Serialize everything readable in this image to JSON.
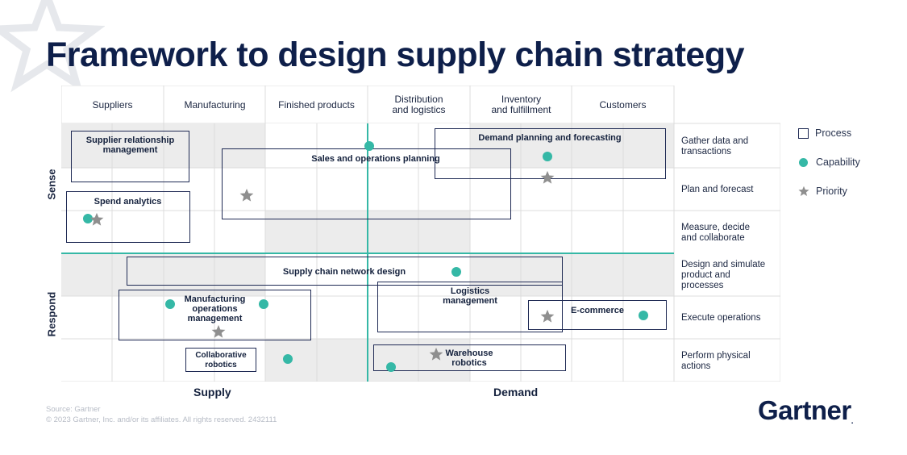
{
  "title": "Framework to design supply chain strategy",
  "columns": [
    "Suppliers",
    "Manufacturing",
    "Finished products",
    "Distribution\nand logistics",
    "Inventory\nand fulfillment",
    "Customers"
  ],
  "rows": [
    "Gather data and\ntransactions",
    "Plan and forecast",
    "Measure, decide\nand collaborate",
    "Design and simulate\nproduct and\nprocesses",
    "Execute operations",
    "Perform physical\nactions"
  ],
  "side_labels": {
    "sense": "Sense",
    "respond": "Respond"
  },
  "axis_labels": {
    "supply": "Supply",
    "demand": "Demand"
  },
  "process_labels": {
    "supplier_relationship": "Supplier relationship\nmanagement",
    "spend_analytics": "Spend analytics",
    "sales_operations": "Sales and operations planning",
    "demand_planning": "Demand planning and forecasting",
    "network_design": "Supply chain network design",
    "manufacturing_ops": "Manufacturing\noperations\nmanagement",
    "logistics": "Logistics\nmanagement",
    "ecommerce": "E-commerce",
    "collaborative_robotics": "Collaborative\nrobotics",
    "warehouse_robotics": "Warehouse\nrobotics"
  },
  "legend": {
    "process": "Process",
    "capability": "Capability",
    "priority": "Priority"
  },
  "source": {
    "line1": "Source: Gartner",
    "line2": "© 2023 Gartner, Inc. and/or its affiliates. All rights reserved. 2432111"
  },
  "logo": "Gartner",
  "colors": {
    "teal": "#35b8a6",
    "navy": "#0e1f4a",
    "grey_cell": "#ececec",
    "star": "#8f8f8f"
  }
}
